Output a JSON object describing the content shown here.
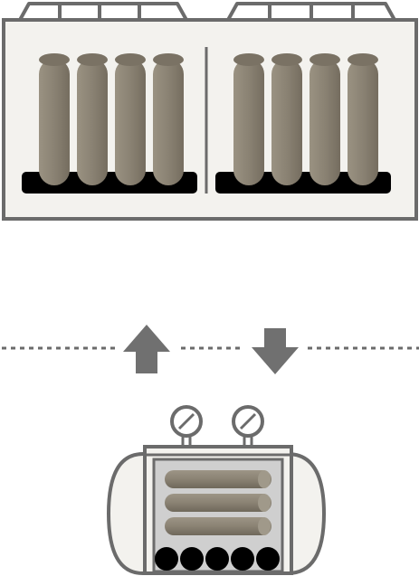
{
  "diagram": {
    "counts": {
      "top_left_cylinders": 4,
      "top_right_cylinders": 4,
      "bottom_rods": 3,
      "bottom_wheels": 5,
      "gauges": 2
    },
    "arrows": [
      "up-arrow",
      "down-arrow"
    ],
    "colors": {
      "outline": "#6b6b6b",
      "panel_fill": "#f3f2ee",
      "cylinder_main": "#8a8273",
      "cylinder_top": "#7a7264",
      "base_black": "#000000",
      "arrow": "#707070",
      "dotted_line": "#6b6b6b",
      "chamber_gray": "#cfcfcf"
    }
  }
}
